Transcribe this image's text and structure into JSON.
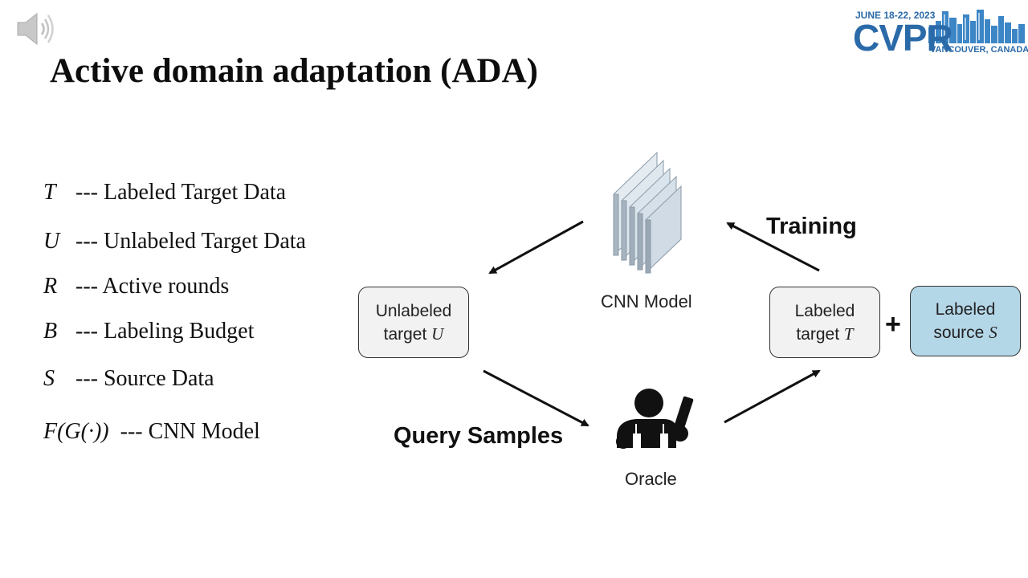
{
  "header": {
    "title": "Active domain adaptation (ADA)",
    "conference_date": "JUNE 18-22, 2023",
    "conference_name": "CVPR",
    "conference_location": "VANCOUVER, CANADA"
  },
  "definitions": [
    {
      "symbol": "T",
      "text": "--- Labeled Target Data"
    },
    {
      "symbol": "U",
      "text": "--- Unlabeled Target Data"
    },
    {
      "symbol": "R",
      "text": "--- Active rounds"
    },
    {
      "symbol": "B",
      "text": "--- Labeling Budget"
    },
    {
      "symbol": "S",
      "text": "--- Source Data"
    },
    {
      "symbol": "F(G(·))",
      "text": "---  CNN Model"
    }
  ],
  "diagram": {
    "unlabeled_box": {
      "line1": "Unlabeled",
      "line2_text": "target ",
      "line2_var": "U"
    },
    "labeled_target_box": {
      "line1": "Labeled",
      "line2_text": "target ",
      "line2_var": "T"
    },
    "labeled_source_box": {
      "line1": "Labeled",
      "line2_text": "source ",
      "line2_var": "S"
    },
    "plus": "+",
    "cnn_label": "CNN Model",
    "oracle_label": "Oracle",
    "training_label": "Training",
    "query_label": "Query Samples"
  },
  "colors": {
    "box_fill": "#f2f2f2",
    "source_box_fill": "#b4d7e8",
    "logo_blue": "#2b6aa8"
  },
  "icons": [
    "speaker-icon",
    "cnn-layers-icon",
    "oracle-person-icon",
    "cvpr-logo"
  ]
}
